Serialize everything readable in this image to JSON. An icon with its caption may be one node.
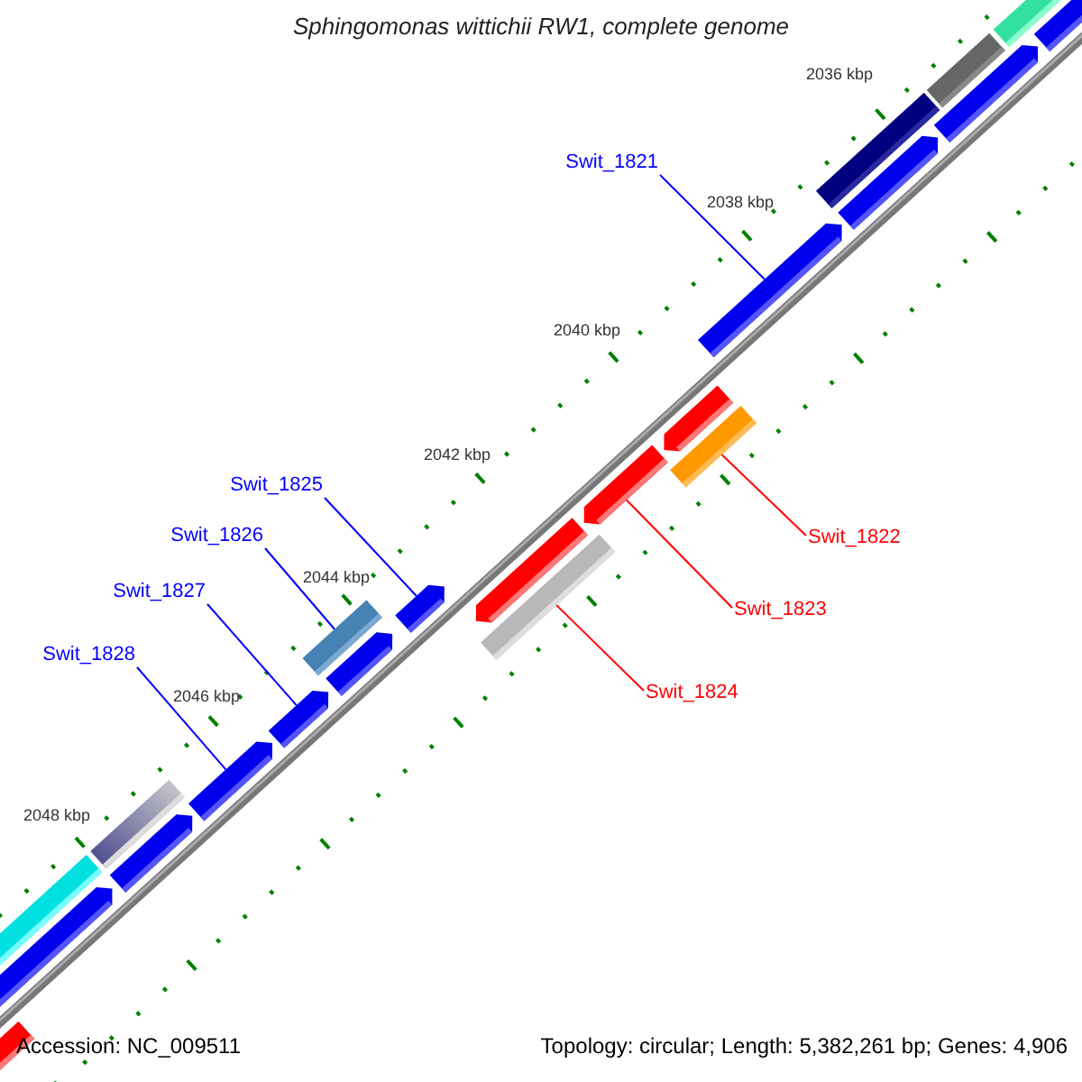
{
  "diagram": {
    "title": "Sphingomonas wittichii RW1, complete genome",
    "nodes": [
      {
        "text": [
          "Swit_1821"
        ]
      },
      {
        "text": [
          "Swit_1822"
        ]
      },
      {
        "text": [
          "Swit_1823"
        ]
      },
      {
        "text": [
          "Swit_1824"
        ]
      },
      {
        "text": [
          "Swit_1825"
        ]
      },
      {
        "text": [
          "Swit_1826"
        ]
      },
      {
        "text": [
          "Swit_1827"
        ]
      },
      {
        "text": [
          "Swit_1828"
        ]
      },
      {
        "text": [],
        "shape": "bar"
      },
      {
        "text": [],
        "shape": "bar"
      },
      {
        "text": [],
        "shape": "bar"
      },
      {
        "text": [],
        "shape": "bar"
      },
      {
        "text": [],
        "shape": "bar"
      },
      {
        "text": [],
        "shape": "bar"
      },
      {
        "text": [],
        "shape": "bar"
      },
      {
        "text": [],
        "shape": "bar"
      },
      {
        "text": [],
        "shape": "bar"
      },
      {
        "text": [],
        "shape": "bar"
      },
      {
        "text": [],
        "shape": "bar"
      },
      {
        "text": [],
        "shape": "bar"
      },
      {
        "text": [],
        "shape": "bar"
      },
      {
        "text": [],
        "shape": "bar"
      },
      {
        "text": [],
        "shape": "bar"
      },
      {
        "text": [],
        "shape": "bar"
      },
      {
        "text": [],
        "shape": "bar"
      },
      {
        "text": [],
        "shape": "bar"
      },
      {
        "text": [],
        "shape": "bar"
      },
      {
        "text": [],
        "shape": "bar"
      },
      {
        "text": [],
        "shape": "bar"
      },
      {
        "text": [],
        "shape": "bar"
      }
    ],
    "edges": [
      {
        "from": 0,
        "to": 23,
        "arrow": "none"
      },
      {
        "from": 1,
        "to": 21,
        "arrow": "none",
        "color": "#ff0000"
      },
      {
        "from": 2,
        "to": 20,
        "arrow": "none",
        "color": "#ff0000"
      },
      {
        "from": 3,
        "to": 18,
        "arrow": "none",
        "color": "#ff0000"
      },
      {
        "from": 4,
        "to": 17,
        "arrow": "none"
      },
      {
        "from": 5,
        "to": 15,
        "arrow": "none"
      },
      {
        "from": 6,
        "to": 14,
        "arrow": "none"
      },
      {
        "from": 7,
        "to": 13,
        "arrow": "none"
      }
    ],
    "labels": [
      "2036 kbp",
      "2038 kbp",
      "2040 kbp",
      "2042 kbp",
      "2044 kbp",
      "2046 kbp",
      "2048 kbp",
      "Accession: NC_009511",
      "Topology: circular; Length: 5,382,261 bp; Genes: 4,906"
    ]
  }
}
